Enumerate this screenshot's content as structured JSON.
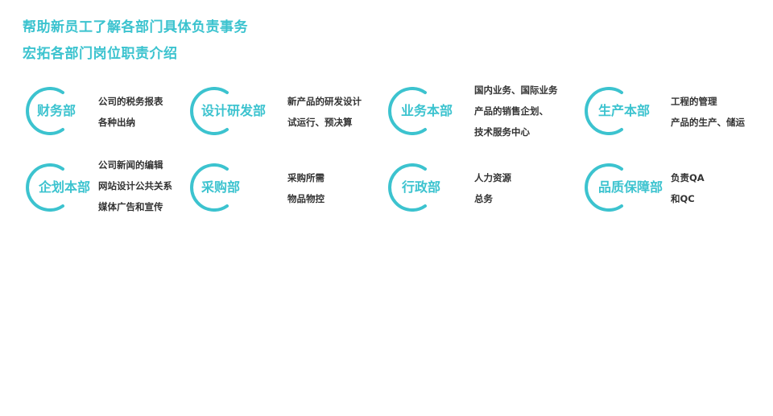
{
  "header": {
    "title": "帮助新员工了解各部门具体负责事务",
    "subtitle": "宏拓各部门岗位职责介绍"
  },
  "colors": {
    "accent": "#3cc3cf",
    "text": "#333333"
  },
  "departments": [
    {
      "name": "财务部",
      "lines": [
        "公司的税务报表",
        "各种出纳"
      ]
    },
    {
      "name": "设计研发部",
      "lines": [
        "新产品的研发设计",
        "试运行、预决算"
      ]
    },
    {
      "name": "业务本部",
      "lines": [
        "国内业务、国际业务",
        "产品的销售企划、",
        "技术服务中心"
      ]
    },
    {
      "name": "生产本部",
      "lines": [
        "工程的管理",
        "产品的生产、储运"
      ]
    },
    {
      "name": "企划本部",
      "lines": [
        "公司新闻的编辑",
        "网站设计公共关系",
        "媒体广告和宣传"
      ]
    },
    {
      "name": "采购部",
      "lines": [
        "采购所需",
        "物品物控"
      ]
    },
    {
      "name": "行政部",
      "lines": [
        "人力资源",
        "总务"
      ]
    },
    {
      "name": "品质保障部",
      "lines": [
        "负责QA",
        "和QC"
      ]
    }
  ]
}
